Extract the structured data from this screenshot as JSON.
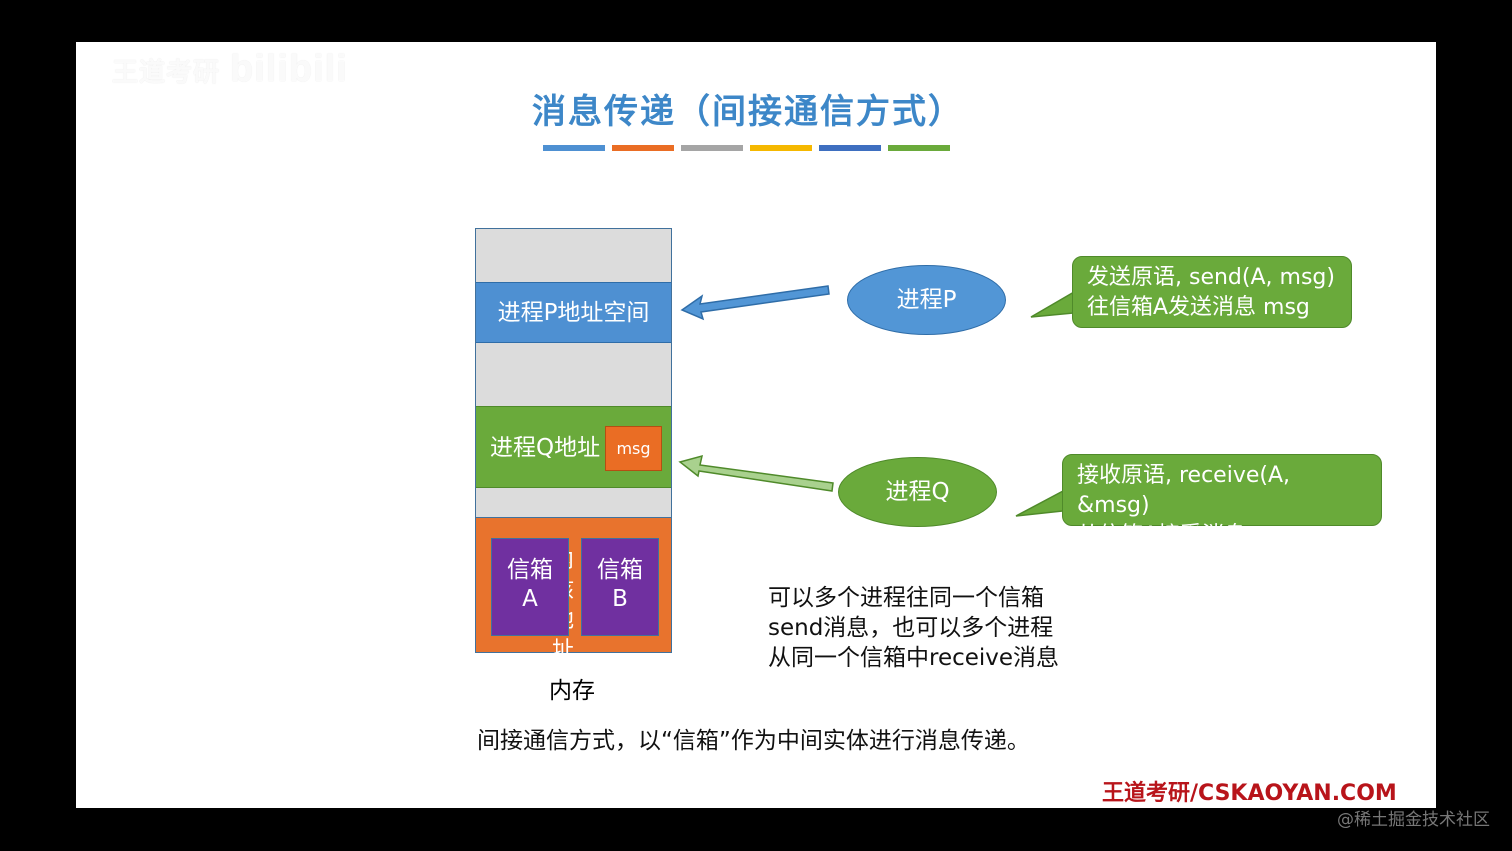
{
  "watermark_logo": {
    "text": "王道考研",
    "site": "bilibili"
  },
  "title": "消息传递（间接通信方式）",
  "colors": {
    "title": "#3d87c8",
    "bar_colors": [
      "#4e90d2",
      "#ea6d24",
      "#a5a5a5",
      "#f5b800",
      "#3e6fc0",
      "#6aaa3b"
    ],
    "process_p": "#5296d6",
    "process_q": "#6aaa3b",
    "mailbox": "#7030a0",
    "kernel": "#e8732d",
    "msg": "#ea6d24",
    "brand": "#b8141a"
  },
  "memory": {
    "p_segment": "进程P地址空间",
    "q_segment": "进程Q地址",
    "msg_label": "msg",
    "kernel_hidden": "内核地址",
    "mailbox_a": {
      "line1": "信箱",
      "line2": "A"
    },
    "mailbox_b": {
      "line1": "信箱",
      "line2": "B"
    },
    "label": "内存"
  },
  "process_p": {
    "label": "进程P",
    "callout_line1": "发送原语, send(A, msg)",
    "callout_line2": "往信箱A发送消息 msg"
  },
  "process_q": {
    "label": "进程Q",
    "callout_line1": "接收原语, receive(A, &msg)",
    "callout_line2": "从信箱A接受消息"
  },
  "note": {
    "line1": "可以多个进程往同一个信箱",
    "line2": "send消息，也可以多个进程",
    "line3": "从同一个信箱中receive消息"
  },
  "bottom_text": "间接通信方式，以“信箱”作为中间实体进行消息传递。",
  "brand": "王道考研/CSKAOYAN.COM",
  "community_watermark": "@稀土掘金技术社区"
}
